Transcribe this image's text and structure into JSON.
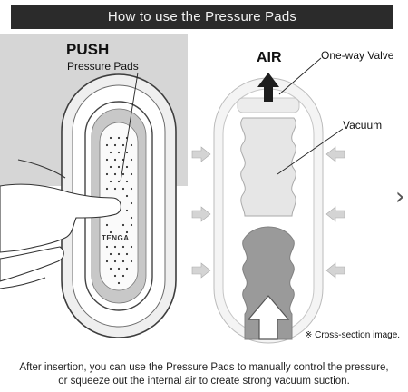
{
  "header": {
    "title": "How to use the Pressure Pads"
  },
  "labels": {
    "push": "PUSH",
    "pressure_pads": "Pressure Pads",
    "air": "AIR",
    "one_way_valve": "One-way Valve",
    "vacuum": "Vacuum",
    "cross_section": "※ Cross-section image.",
    "brand": "TENGA"
  },
  "caption": {
    "line1": "After insertion, you can use the Pressure Pads to manually control the pressure,",
    "line2": "or squeeze out the internal air to create strong vacuum suction."
  },
  "nav": {
    "next_glyph": "›"
  },
  "colors": {
    "title_bar": "#2b2b2b",
    "panel_gray": "#d6d6d6",
    "device_outline": "#444444",
    "arrow_gray": "#cfcfcf"
  }
}
